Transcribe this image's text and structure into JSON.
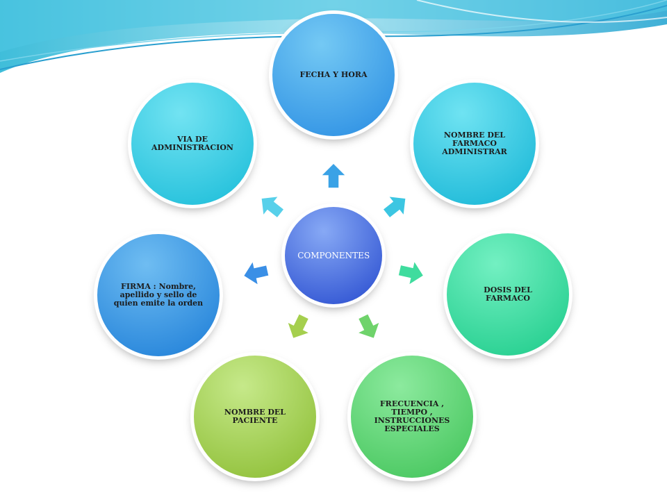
{
  "diagram": {
    "center": {
      "label": "COMPONENTES",
      "color_top": "#87a9f5",
      "color_bottom": "#2a4ed0"
    },
    "nodes": [
      {
        "label": "FECHA Y HORA",
        "color_top": "#74c9f4",
        "color_bottom": "#2b8ee3"
      },
      {
        "label": "NOMBRE DEL FARMACO ADMINISTRAR",
        "color_top": "#6fe3f2",
        "color_bottom": "#17b6d6"
      },
      {
        "label": "DOSIS DEL FARMACO",
        "color_top": "#73f0c2",
        "color_bottom": "#1fcc8b"
      },
      {
        "label": "FRECUENCIA , TIEMPO , INSTRUCCIONES ESPECIALES",
        "color_top": "#8cea9e",
        "color_bottom": "#43c45a"
      },
      {
        "label": "NOMBRE DEL PACIENTE",
        "color_top": "#c6e98a",
        "color_bottom": "#8cbd33"
      },
      {
        "label": "FIRMA : Nombre, apellido y sello de quien emite la orden",
        "color_top": "#6fbdf2",
        "color_bottom": "#1f7fd8"
      },
      {
        "label": "VIA DE ADMINISTRACION",
        "color_top": "#72e3f2",
        "color_bottom": "#1cbdd9"
      }
    ]
  }
}
